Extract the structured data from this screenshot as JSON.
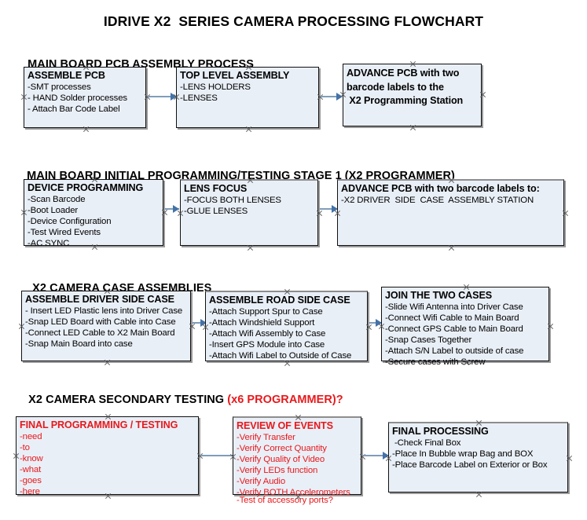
{
  "document": {
    "title": "IDRIVE X2  SERIES CAMERA PROCESSING FLOWCHART"
  },
  "colors": {
    "box_fill": "#e9eff7",
    "box_border": "#101010",
    "box_shadow": "#9a9a9a",
    "connector": "#7f9dba",
    "arrowhead": "#4472a8",
    "accent_red": "#e8191c",
    "text": "#000000"
  },
  "sections": [
    {
      "id": "main-board-pcb-assembly-process",
      "heading": "MAIN BOARD PCB ASSEMBLY PROCESS",
      "heading_accent": "",
      "nodes": [
        {
          "id": "assemble-pcb",
          "title": "ASSEMBLE PCB",
          "lines": [
            "-SMT processes",
            "- HAND Solder processes",
            "- Attach Bar Code Label"
          ]
        },
        {
          "id": "top-level-assembly",
          "title": "TOP LEVEL ASSEMBLY",
          "lines": [
            "-LENS HOLDERS",
            "-LENSES"
          ]
        },
        {
          "id": "advance-pcb-to-programming-station",
          "title": "ADVANCE PCB with two\nbarcode labels to the\n X2 Programming Station",
          "lines": []
        }
      ]
    },
    {
      "id": "main-board-initial-programming",
      "heading": "MAIN BOARD INITIAL PROGRAMMING/TESTING STAGE 1 (X2 PROGRAMMER)",
      "heading_accent": "",
      "nodes": [
        {
          "id": "device-programming",
          "title": "DEVICE PROGRAMMING",
          "lines": [
            "-Scan Barcode",
            "-Boot Loader",
            "-Device Configuration",
            "-Test Wired Events",
            "-AC SYNC"
          ]
        },
        {
          "id": "lens-focus",
          "title": "LENS FOCUS",
          "lines": [
            "-FOCUS BOTH LENSES",
            "-GLUE LENSES"
          ]
        },
        {
          "id": "advance-pcb-to-driver-side-case",
          "title": "ADVANCE PCB with two barcode labels to:",
          "lines": [
            "-X2 DRIVER  SIDE  CASE  ASSEMBLY STATION"
          ]
        }
      ]
    },
    {
      "id": "x2-camera-case-assemblies",
      "heading": "X2 CAMERA CASE ASSEMBLIES",
      "heading_accent": "",
      "nodes": [
        {
          "id": "assemble-driver-side-case",
          "title": "ASSEMBLE DRIVER SIDE CASE",
          "lines": [
            "- Insert LED Plastic lens into Driver Case",
            "-Snap LED Board with Cable into Case",
            "-Connect LED Cable to X2 Main Board",
            "-Snap Main Board into case"
          ]
        },
        {
          "id": "assemble-road-side-case",
          "title": "ASSEMBLE ROAD SIDE CASE",
          "lines": [
            "-Attach Support Spur to Case",
            "-Attach Windshield Support",
            "-Attach Wifi Assembly to Case",
            "-Insert GPS Module into Case",
            "-Attach Wifi Label to Outside of Case"
          ]
        },
        {
          "id": "join-the-two-cases",
          "title": "JOIN THE TWO CASES",
          "lines": [
            "-Slide Wifi Antenna into Driver Case",
            "-Connect Wifi Cable to Main Board",
            "-Connect GPS Cable to Main Board",
            "-Snap Cases Together",
            "-Attach S/N Label to outside of case",
            "-Secure cases with Screw"
          ]
        }
      ]
    },
    {
      "id": "x2-camera-secondary-testing",
      "heading": "X2 CAMERA SECONDARY TESTING ",
      "heading_accent": "(x6 PROGRAMMER)?",
      "nodes": [
        {
          "id": "final-programming-testing",
          "title": "FINAL PROGRAMMING / TESTING",
          "lines": [
            "-need",
            "-to",
            "-know",
            "-what",
            "-goes",
            "-here"
          ],
          "overflow_line": ""
        },
        {
          "id": "review-of-events",
          "title": "REVIEW OF EVENTS",
          "lines": [
            "-Verify Transfer",
            "-Verify Correct Quantity",
            "-Verify Quality of Video",
            "-Verify LEDs function",
            "-Verify Audio",
            "-Verify BOTH Accelerometers"
          ],
          "overflow_line": "-Test of accessory ports?"
        },
        {
          "id": "final-processing",
          "title": "FINAL PROCESSING",
          "lines": [
            " -Check Final Box",
            "-Place In Bubble wrap Bag and BOX",
            "-Place Barcode Label on Exterior or Box"
          ],
          "overflow_line": ""
        }
      ]
    }
  ]
}
